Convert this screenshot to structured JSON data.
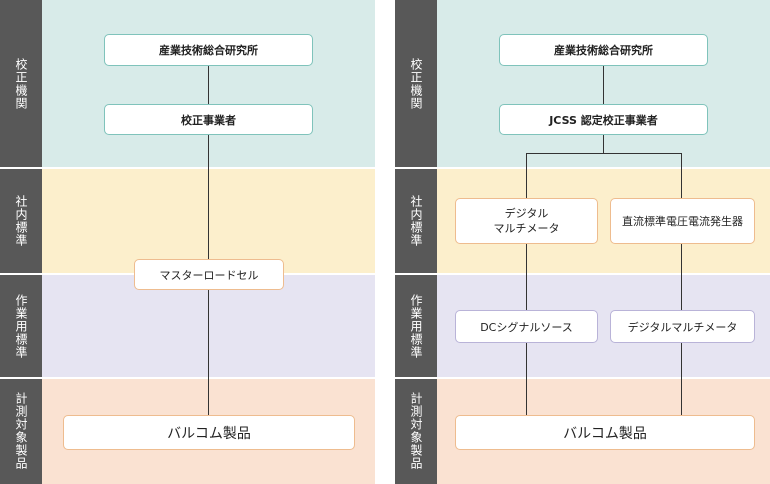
{
  "categories": [
    "校正機関",
    "社内標準",
    "作業用標準",
    "計測対象製品"
  ],
  "left": {
    "aist": "産業技術総合研究所",
    "calibrator": "校正事業者",
    "master": "マスターロードセル",
    "product": "バルコム製品"
  },
  "right": {
    "aist": "産業技術総合研究所",
    "jcss": "JCSS 認定校正事業者",
    "dmm1": "デジタル\nマルチメータ",
    "dcstd": "直流標準電圧電流発生器",
    "dcsignal": "DCシグナルソース",
    "dmm2": "デジタルマルチメータ",
    "product": "バルコム製品"
  },
  "colors": {
    "sidebar": "#585858",
    "calibration_band": "#d8ebe9",
    "internal_band": "#fcefcc",
    "working_band": "#e6e4f2",
    "product_band": "#fae2d2"
  }
}
